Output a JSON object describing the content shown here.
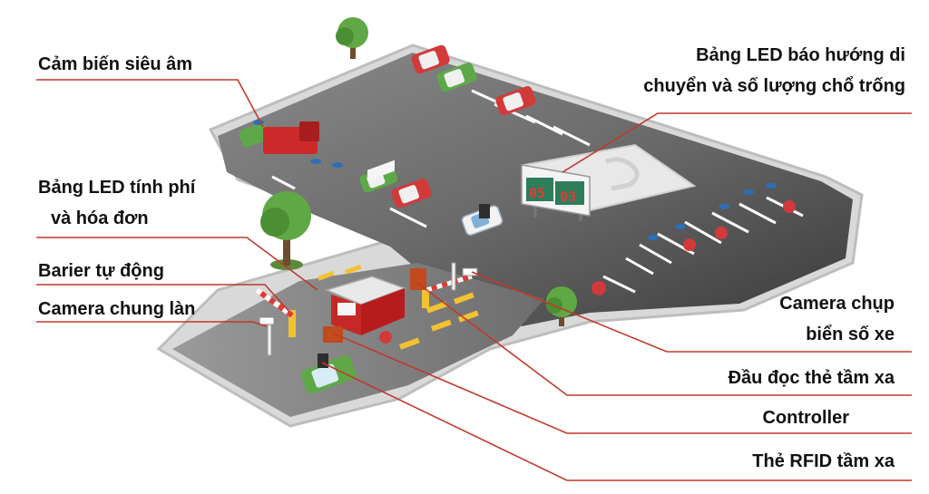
{
  "labels": {
    "ultrasonic_sensor": "Cảm biến siêu âm",
    "led_direction_line1": "Bảng LED báo hướng di",
    "led_direction_line2": "chuyển và số lượng chổ trống",
    "led_fee_line1": "Bảng LED tính phí",
    "led_fee_line2": "và hóa đơn",
    "auto_barrier": "Barier tự động",
    "lane_camera": "Camera chung làn",
    "plate_camera_line1": "Camera chụp",
    "plate_camera_line2": "biển số xe",
    "long_range_reader": "Đầu đọc thẻ tầm xa",
    "controller": "Controller",
    "rfid_tag": "Thẻ RFID tầm xa"
  },
  "led_sign": {
    "left_count": "05",
    "right_count": "03"
  },
  "colors": {
    "leader_line": "#c0392b",
    "asphalt": "#4a4a4a",
    "led_bg": "#2e7d5b",
    "led_digits": "#e53935"
  }
}
